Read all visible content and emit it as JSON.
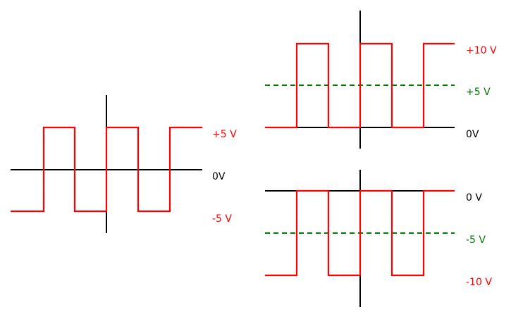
{
  "colors": {
    "wave": "#ff0000",
    "axis": "#000000",
    "offset": "#007a00"
  },
  "diagrams": [
    {
      "name": "symmetric-square-wave",
      "labels": {
        "high": "+5 V",
        "zero": "0V",
        "low": "-5 V"
      }
    },
    {
      "name": "positive-offset-square-wave",
      "labels": {
        "high": "+10 V",
        "offset": "+5 V",
        "zero": "0V"
      }
    },
    {
      "name": "negative-offset-square-wave",
      "labels": {
        "zero": "0 V",
        "offset": "-5 V",
        "low": "-10 V"
      }
    }
  ]
}
